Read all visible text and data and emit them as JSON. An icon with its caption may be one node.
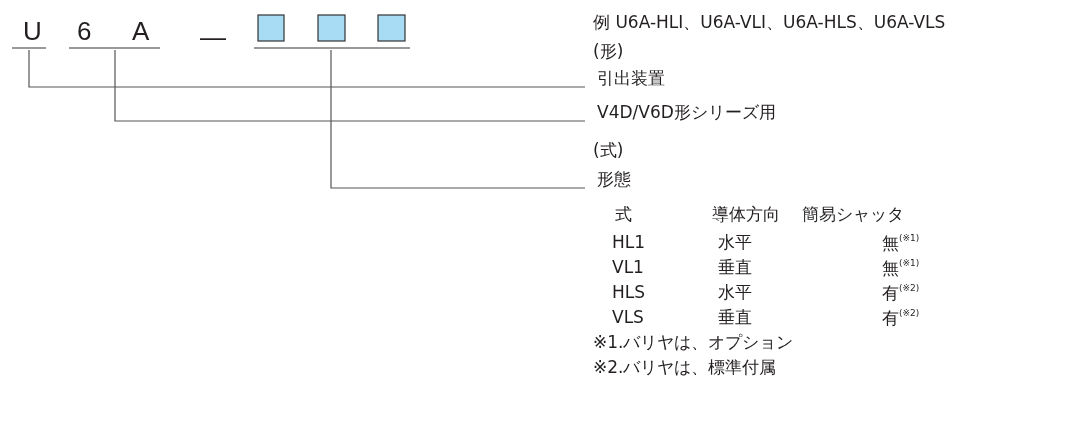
{
  "diagram": {
    "nodes": [
      {
        "text": [
          "U"
        ]
      },
      {
        "text": [
          "6",
          "A"
        ]
      },
      {
        "text": [],
        "shape": "box"
      },
      {
        "text": [],
        "shape": "box"
      },
      {
        "text": [],
        "shape": "box"
      },
      {
        "text": [
          "引出装置"
        ]
      },
      {
        "text": [
          "V4D/V6D形シリーズ用"
        ]
      },
      {
        "text": [
          "形態"
        ]
      }
    ],
    "edges": [
      {
        "from": 0,
        "to": 5,
        "arrow": "none"
      },
      {
        "from": 1,
        "to": 6,
        "arrow": "none"
      },
      {
        "from": 3,
        "to": 7,
        "arrow": "none"
      }
    ],
    "labels": [
      "—",
      "例 U6A-HLI、U6A-VLI、U6A-HLS、U6A-VLS",
      "(形)",
      "(式)",
      "式",
      "導体方向",
      "簡易シャッタ",
      "HL1",
      "水平",
      "無$^{(※1)}$",
      "VL1",
      "垂直",
      "無$^{(※1)}$",
      "HLS",
      "水平",
      "有$^{(※2)}$",
      "VLS",
      "垂直",
      "有$^{(※2)}$",
      "※1.バリヤは、オプション",
      "※2.バリヤは、標準付属"
    ]
  }
}
